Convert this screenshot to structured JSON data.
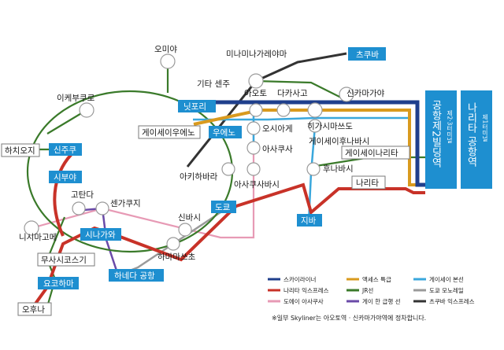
{
  "colors": {
    "skyliner": "#1f3f8c",
    "access_express": "#d99a1e",
    "keisei_main": "#3aa7dc",
    "narita_express": "#c83228",
    "jr": "#3a7a2a",
    "tokyo_monorail": "#9a9a9a",
    "toei_asakusa": "#e79ab5",
    "keikyu": "#6a4aa8",
    "choshi_express": "#333333",
    "station_box": "#1e8fd0"
  },
  "stations": {
    "omiya": "오미야",
    "ikebukuro": "이케부쿠로",
    "minami_nagareyama": "미나미나가레야마",
    "tsukuba": "츠쿠바",
    "kita_senju": "기타 센주",
    "nippori": "닛포리",
    "aoto": "아오토",
    "takasago": "다카사고",
    "shinkamagaya": "신카마가야",
    "keisei_ueno": "게이세이우에노",
    "ueno": "우에노",
    "oshiage": "오시아게",
    "higashi_matsudo": "히가시마쓰도",
    "keisei_funabashi": "게이세이후나바시",
    "hachioji": "하치오지",
    "shinjuku": "신주쿠",
    "asakusa": "아사쿠사",
    "keisei_narita": "게이세이나리타",
    "shibuya": "시부야",
    "takadanobaba": "고탄다",
    "akihabara": "아키하바라",
    "asakusabashi": "아사쿠사바시",
    "funabashi": "후나바시",
    "narita": "나리타",
    "sengakuji": "센가쿠지",
    "tokyo": "도쿄",
    "shinbashi": "신바시",
    "chiba": "지바",
    "nishi_magome": "니시마고메",
    "shinagawa": "시나가와",
    "hamamatsucho": "하마마쓰초",
    "musashi_kosugi": "무사시코스기",
    "haneda": "하네다 공항",
    "yokohama": "요코하마",
    "ofuna": "오후나"
  },
  "terminals": {
    "t2": {
      "main": "공항제2빌딩역",
      "sub": "제2·3터미널"
    },
    "t1": {
      "main": "나리타 공항역",
      "sub": "제1터미널"
    }
  },
  "legend": [
    {
      "label": "스카이라이너",
      "color": "#1f3f8c",
      "style": "solid"
    },
    {
      "label": "액세스 특급",
      "color": "#d99a1e",
      "style": "solid"
    },
    {
      "label": "게이세이 본선",
      "color": "#3aa7dc",
      "style": "solid"
    },
    {
      "label": "나리타 익스프레스",
      "color": "#c83228",
      "style": "solid"
    },
    {
      "label": "JR선",
      "color": "#3a7a2a",
      "style": "solid"
    },
    {
      "label": "도쿄 모노레일",
      "color": "#9a9a9a",
      "style": "solid"
    },
    {
      "label": "도에이 아사쿠사",
      "color": "#e79ab5",
      "style": "solid"
    },
    {
      "label": "게이 한 급행 선",
      "color": "#6a4aa8",
      "style": "solid"
    },
    {
      "label": "츠쿠바 익스프레스",
      "color": "#333333",
      "style": "solid"
    }
  ],
  "note": "※일부 Skyliner는 아오토역 · 신카마가야역에 정차합니다."
}
